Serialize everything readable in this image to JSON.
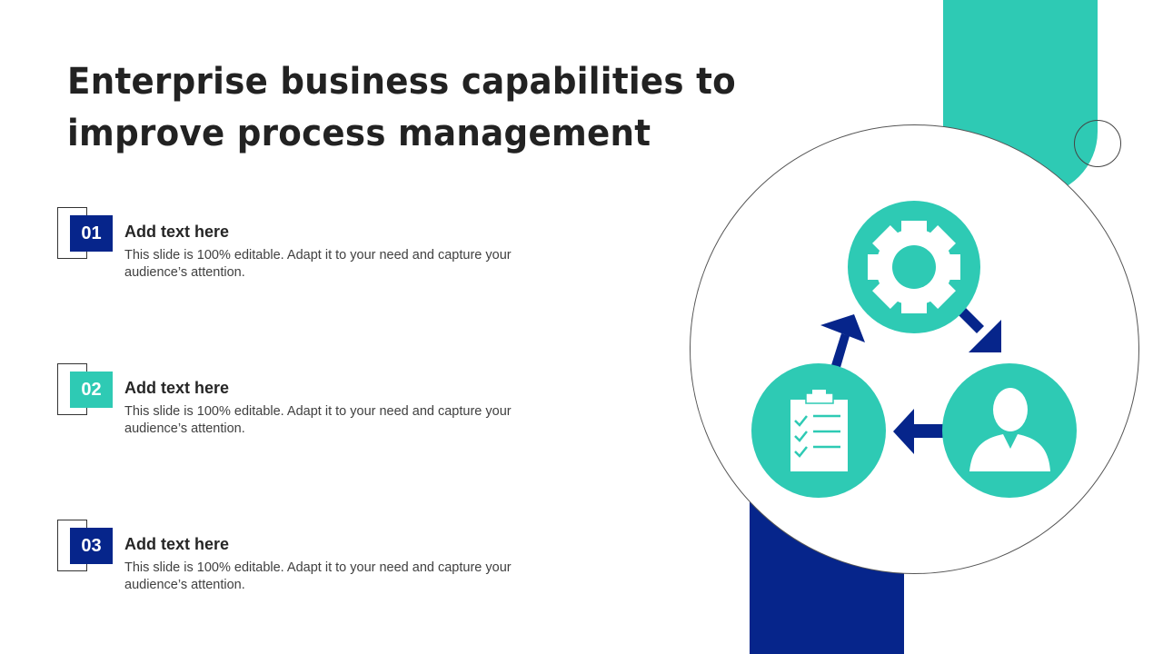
{
  "title": "Enterprise business capabilities to improve process management",
  "colors": {
    "teal": "#2ecab4",
    "navy": "#06258b",
    "text": "#222222"
  },
  "items": [
    {
      "number": "01",
      "heading": "Add text here",
      "description": "This slide is 100% editable. Adapt it to your need and capture your audience’s attention.",
      "badge_color": "#06258b"
    },
    {
      "number": "02",
      "heading": "Add text here",
      "description": "This slide is 100% editable. Adapt it to your need and capture your audience’s attention.",
      "badge_color": "#2ecab4"
    },
    {
      "number": "03",
      "heading": "Add text here",
      "description": "This slide is 100% editable. Adapt it to your need and capture your audience’s attention.",
      "badge_color": "#06258b"
    }
  ],
  "cycle": {
    "nodes": [
      {
        "icon": "gear-icon"
      },
      {
        "icon": "user-icon"
      },
      {
        "icon": "clipboard-checklist-icon"
      }
    ]
  }
}
